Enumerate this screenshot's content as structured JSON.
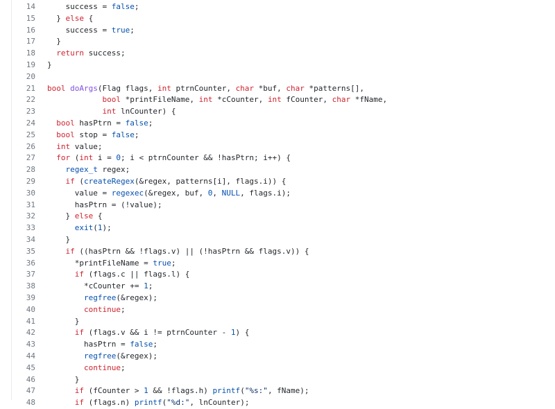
{
  "colors": {
    "keyword": "#cf222e",
    "function": "#8250df",
    "literal": "#0550ae",
    "string": "#0a3069",
    "plain": "#1f2328",
    "line_number": "#6e7781"
  },
  "lines": [
    {
      "num": "14",
      "tokens": [
        {
          "t": "    success = "
        },
        {
          "t": "false",
          "c": "lit"
        },
        {
          "t": ";"
        }
      ]
    },
    {
      "num": "15",
      "tokens": [
        {
          "t": "  } "
        },
        {
          "t": "else",
          "c": "kw"
        },
        {
          "t": " {"
        }
      ]
    },
    {
      "num": "16",
      "tokens": [
        {
          "t": "    success = "
        },
        {
          "t": "true",
          "c": "lit"
        },
        {
          "t": ";"
        }
      ]
    },
    {
      "num": "17",
      "tokens": [
        {
          "t": "  }"
        }
      ]
    },
    {
      "num": "18",
      "tokens": [
        {
          "t": "  "
        },
        {
          "t": "return",
          "c": "kw"
        },
        {
          "t": " success;"
        }
      ]
    },
    {
      "num": "19",
      "tokens": [
        {
          "t": "}"
        }
      ]
    },
    {
      "num": "20",
      "tokens": []
    },
    {
      "num": "21",
      "tokens": [
        {
          "t": "bool",
          "c": "kw"
        },
        {
          "t": " "
        },
        {
          "t": "doArgs",
          "c": "fn"
        },
        {
          "t": "(Flag flags, "
        },
        {
          "t": "int",
          "c": "kw"
        },
        {
          "t": " ptrnCounter, "
        },
        {
          "t": "char",
          "c": "kw"
        },
        {
          "t": " *buf, "
        },
        {
          "t": "char",
          "c": "kw"
        },
        {
          "t": " *patterns[],"
        }
      ]
    },
    {
      "num": "22",
      "tokens": [
        {
          "t": "            "
        },
        {
          "t": "bool",
          "c": "kw"
        },
        {
          "t": " *printFileName, "
        },
        {
          "t": "int",
          "c": "kw"
        },
        {
          "t": " *cCounter, "
        },
        {
          "t": "int",
          "c": "kw"
        },
        {
          "t": " fCounter, "
        },
        {
          "t": "char",
          "c": "kw"
        },
        {
          "t": " *fName,"
        }
      ]
    },
    {
      "num": "23",
      "tokens": [
        {
          "t": "            "
        },
        {
          "t": "int",
          "c": "kw"
        },
        {
          "t": " lnCounter) {"
        }
      ]
    },
    {
      "num": "24",
      "tokens": [
        {
          "t": "  "
        },
        {
          "t": "bool",
          "c": "kw"
        },
        {
          "t": " hasPtrn = "
        },
        {
          "t": "false",
          "c": "lit"
        },
        {
          "t": ";"
        }
      ]
    },
    {
      "num": "25",
      "tokens": [
        {
          "t": "  "
        },
        {
          "t": "bool",
          "c": "kw"
        },
        {
          "t": " stop = "
        },
        {
          "t": "false",
          "c": "lit"
        },
        {
          "t": ";"
        }
      ]
    },
    {
      "num": "26",
      "tokens": [
        {
          "t": "  "
        },
        {
          "t": "int",
          "c": "kw"
        },
        {
          "t": " value;"
        }
      ]
    },
    {
      "num": "27",
      "tokens": [
        {
          "t": "  "
        },
        {
          "t": "for",
          "c": "kw"
        },
        {
          "t": " ("
        },
        {
          "t": "int",
          "c": "kw"
        },
        {
          "t": " i = "
        },
        {
          "t": "0",
          "c": "lit"
        },
        {
          "t": "; i < ptrnCounter && !hasPtrn; i++) {"
        }
      ]
    },
    {
      "num": "28",
      "tokens": [
        {
          "t": "    "
        },
        {
          "t": "regex_t",
          "c": "lit"
        },
        {
          "t": " regex;"
        }
      ]
    },
    {
      "num": "29",
      "tokens": [
        {
          "t": "    "
        },
        {
          "t": "if",
          "c": "kw"
        },
        {
          "t": " ("
        },
        {
          "t": "createRegex",
          "c": "lit"
        },
        {
          "t": "(&regex, patterns[i], flags.i)) {"
        }
      ]
    },
    {
      "num": "30",
      "tokens": [
        {
          "t": "      value = "
        },
        {
          "t": "regexec",
          "c": "lit"
        },
        {
          "t": "(&regex, buf, "
        },
        {
          "t": "0",
          "c": "lit"
        },
        {
          "t": ", "
        },
        {
          "t": "NULL",
          "c": "lit"
        },
        {
          "t": ", flags.i);"
        }
      ]
    },
    {
      "num": "31",
      "tokens": [
        {
          "t": "      hasPtrn = (!value);"
        }
      ]
    },
    {
      "num": "32",
      "tokens": [
        {
          "t": "    } "
        },
        {
          "t": "else",
          "c": "kw"
        },
        {
          "t": " {"
        }
      ]
    },
    {
      "num": "33",
      "tokens": [
        {
          "t": "      "
        },
        {
          "t": "exit",
          "c": "lit"
        },
        {
          "t": "("
        },
        {
          "t": "1",
          "c": "lit"
        },
        {
          "t": ");"
        }
      ]
    },
    {
      "num": "34",
      "tokens": [
        {
          "t": "    }"
        }
      ]
    },
    {
      "num": "35",
      "tokens": [
        {
          "t": "    "
        },
        {
          "t": "if",
          "c": "kw"
        },
        {
          "t": " ((hasPtrn && !flags.v) || (!hasPtrn && flags.v)) {"
        }
      ]
    },
    {
      "num": "36",
      "tokens": [
        {
          "t": "      *printFileName = "
        },
        {
          "t": "true",
          "c": "lit"
        },
        {
          "t": ";"
        }
      ]
    },
    {
      "num": "37",
      "tokens": [
        {
          "t": "      "
        },
        {
          "t": "if",
          "c": "kw"
        },
        {
          "t": " (flags.c || flags.l) {"
        }
      ]
    },
    {
      "num": "38",
      "tokens": [
        {
          "t": "        *cCounter += "
        },
        {
          "t": "1",
          "c": "lit"
        },
        {
          "t": ";"
        }
      ]
    },
    {
      "num": "39",
      "tokens": [
        {
          "t": "        "
        },
        {
          "t": "regfree",
          "c": "lit"
        },
        {
          "t": "(&regex);"
        }
      ]
    },
    {
      "num": "40",
      "tokens": [
        {
          "t": "        "
        },
        {
          "t": "continue",
          "c": "kw"
        },
        {
          "t": ";"
        }
      ]
    },
    {
      "num": "41",
      "tokens": [
        {
          "t": "      }"
        }
      ]
    },
    {
      "num": "42",
      "tokens": [
        {
          "t": "      "
        },
        {
          "t": "if",
          "c": "kw"
        },
        {
          "t": " (flags.v && i != ptrnCounter - "
        },
        {
          "t": "1",
          "c": "lit"
        },
        {
          "t": ") {"
        }
      ]
    },
    {
      "num": "43",
      "tokens": [
        {
          "t": "        hasPtrn = "
        },
        {
          "t": "false",
          "c": "lit"
        },
        {
          "t": ";"
        }
      ]
    },
    {
      "num": "44",
      "tokens": [
        {
          "t": "        "
        },
        {
          "t": "regfree",
          "c": "lit"
        },
        {
          "t": "(&regex);"
        }
      ]
    },
    {
      "num": "45",
      "tokens": [
        {
          "t": "        "
        },
        {
          "t": "continue",
          "c": "kw"
        },
        {
          "t": ";"
        }
      ]
    },
    {
      "num": "46",
      "tokens": [
        {
          "t": "      }"
        }
      ]
    },
    {
      "num": "47",
      "tokens": [
        {
          "t": "      "
        },
        {
          "t": "if",
          "c": "kw"
        },
        {
          "t": " (fCounter > "
        },
        {
          "t": "1",
          "c": "lit"
        },
        {
          "t": " && !flags.h) "
        },
        {
          "t": "printf",
          "c": "lit"
        },
        {
          "t": "("
        },
        {
          "t": "\"%s:\"",
          "c": "str"
        },
        {
          "t": ", fName);"
        }
      ]
    },
    {
      "num": "48",
      "tokens": [
        {
          "t": "      "
        },
        {
          "t": "if",
          "c": "kw"
        },
        {
          "t": " (flags.n) "
        },
        {
          "t": "printf",
          "c": "lit"
        },
        {
          "t": "("
        },
        {
          "t": "\"%d:\"",
          "c": "str"
        },
        {
          "t": ", lnCounter);"
        }
      ]
    }
  ]
}
